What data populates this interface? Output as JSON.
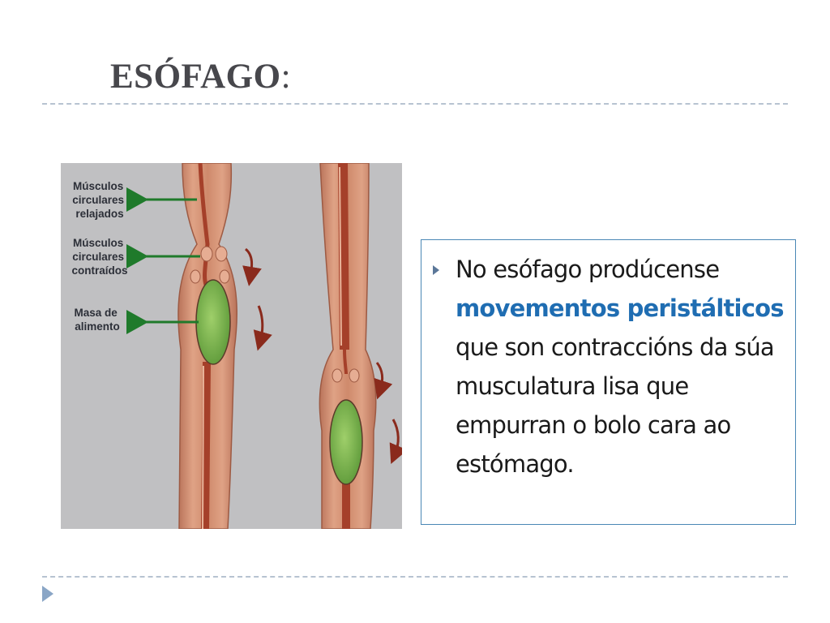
{
  "slide": {
    "title": "ESÓFAGO",
    "title_colon": ":"
  },
  "figure": {
    "labels": [
      {
        "lines": [
          "Músculos",
          "circulares",
          "relajados"
        ]
      },
      {
        "lines": [
          "Músculos",
          "circulares",
          "contraídos"
        ]
      },
      {
        "lines": [
          "Masa de",
          "alimento"
        ]
      }
    ]
  },
  "textbox": {
    "text_before": "No esófago prodúcense ",
    "highlight": "movementos peristálticos",
    "text_after": " que son contraccións da súa musculatura lisa que empurran  o bolo cara ao estómago."
  },
  "colors": {
    "title": "#47474c",
    "highlight": "#1f6db2",
    "box_border": "#4a87b5",
    "rule": "#b7c3d1",
    "figure_bg": "#c0c0c2",
    "muscle": "#cd8a6e",
    "lumen": "#a5402a",
    "bolus": "#79b24f",
    "arrow_green": "#1f7a2b",
    "motion_arrow": "#8a2a1c"
  }
}
